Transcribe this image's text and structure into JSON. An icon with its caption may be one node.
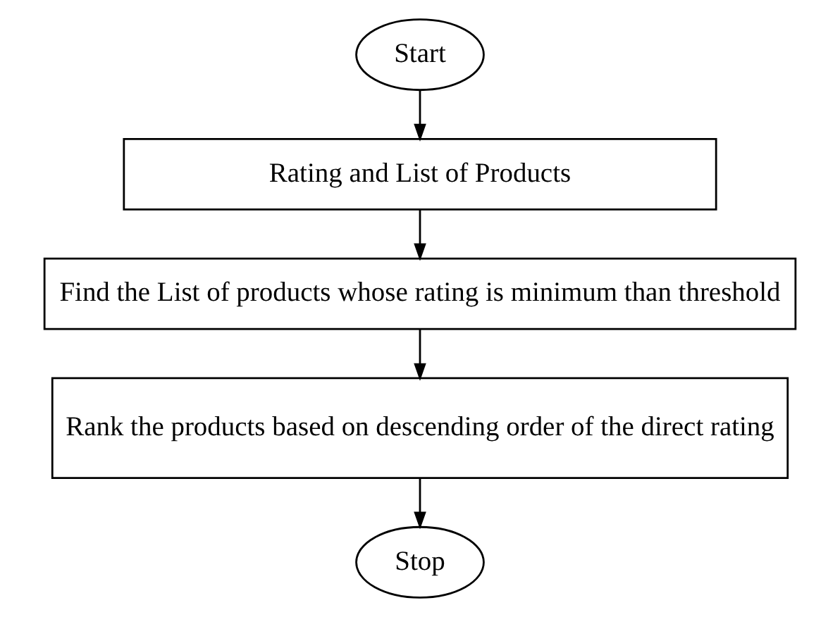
{
  "diagram": {
    "nodes": [
      {
        "text": [
          "Start"
        ]
      },
      {
        "text": [
          "Rating and List of Products"
        ]
      },
      {
        "text": [
          "Find the List of products whose rating is minimum than threshold"
        ]
      },
      {
        "text": [
          "Rank the products based on descending order of the direct rating"
        ]
      },
      {
        "text": [
          "Stop"
        ]
      }
    ],
    "edges": [
      {
        "from": 0,
        "to": 1,
        "arrow": "to"
      },
      {
        "from": 1,
        "to": 2,
        "arrow": "to"
      },
      {
        "from": 2,
        "to": 3,
        "arrow": "to"
      },
      {
        "from": 3,
        "to": 4,
        "arrow": "to"
      }
    ]
  }
}
